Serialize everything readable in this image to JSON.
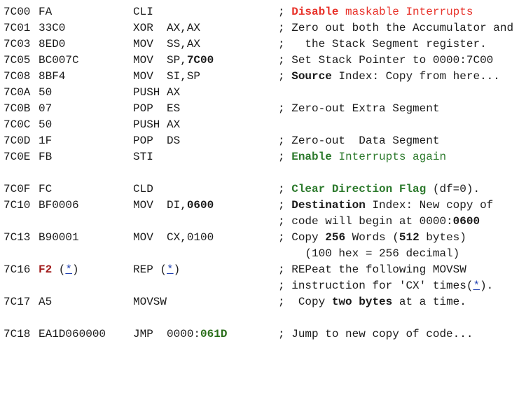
{
  "rows": [
    {
      "addr": "7C00",
      "bytes": "FA",
      "instr": "CLI",
      "comment_sep": ";",
      "c1a": "Disable",
      "c1b": " maskable Interrupts"
    },
    {
      "addr": "7C01",
      "bytes": "33C0",
      "instr": "XOR  AX,AX",
      "comment_sep": ";",
      "comment": "Zero out both the Accumulator and"
    },
    {
      "addr": "7C03",
      "bytes": "8ED0",
      "instr": "MOV  SS,AX",
      "comment_sep": ";",
      "comment": "  the Stack Segment register."
    },
    {
      "addr": "7C05",
      "bytes": "BC007C",
      "instr_a": "MOV  SP,",
      "instr_b": "7C00",
      "comment_sep": ";",
      "comment": "Set Stack Pointer to 0000:7C00"
    },
    {
      "addr": "7C08",
      "bytes": "8BF4",
      "instr": "MOV  SI,SP",
      "comment_sep": ";",
      "c_bold": "Source",
      "comment": " Index: Copy from here..."
    },
    {
      "addr": "7C0A",
      "bytes": "50",
      "instr": "PUSH AX"
    },
    {
      "addr": "7C0B",
      "bytes": "07",
      "instr": "POP  ES",
      "comment_sep": ";",
      "comment": "Zero-out Extra Segment"
    },
    {
      "addr": "7C0C",
      "bytes": "50",
      "instr": "PUSH AX"
    },
    {
      "addr": "7C0D",
      "bytes": "1F",
      "instr": "POP  DS",
      "comment_sep": ";",
      "comment": "Zero-out  Data Segment"
    },
    {
      "addr": "7C0E",
      "bytes": "FB",
      "instr": "STI",
      "comment_sep": ";",
      "c_bold": "Enable",
      "comment": " Interrupts again"
    },
    {
      "addr": "7C0F",
      "bytes": "FC",
      "instr": "CLD",
      "comment_sep": ";",
      "c_bold": "Clear Direction Flag",
      "comment": " (df=0)."
    },
    {
      "addr": "7C10",
      "bytes": "BF0006",
      "instr_a": "MOV  DI,",
      "instr_b": "0600",
      "comment_sep": ";",
      "c_bold": "Destination",
      "comment": " Index: New copy of",
      "comment2a": " code will begin at 0000:",
      "comment2b": "0600"
    },
    {
      "addr": "7C13",
      "bytes": "B90001",
      "instr": "MOV  CX,0100",
      "comment_sep": ";",
      "comment_a": "Copy ",
      "comment_b1": "256",
      "comment_c": " Words (",
      "comment_b2": "512",
      "comment_d": " bytes)",
      "comment2": "   (100 hex = 256 decimal)"
    },
    {
      "addr": "7C16",
      "bytes_b": "F2",
      "instr": "REP",
      "comment_sep": ";",
      "comment": "REPeat the following MOVSW",
      "comment2a": "instruction for 'CX' times(",
      "comment2b": ")."
    },
    {
      "addr": "7C17",
      "bytes": "A5",
      "instr": "MOVSW",
      "comment_sep": ";",
      "comment_a": " Copy ",
      "comment_b": "two bytes",
      "comment_c": " at a time."
    },
    {
      "addr": "7C18",
      "bytes": "EA1D060000",
      "instr_a": "JMP  0000:",
      "instr_b": "061D",
      "comment_sep": ";",
      "comment": "Jump to new copy of code..."
    }
  ],
  "ref_mark": "*"
}
